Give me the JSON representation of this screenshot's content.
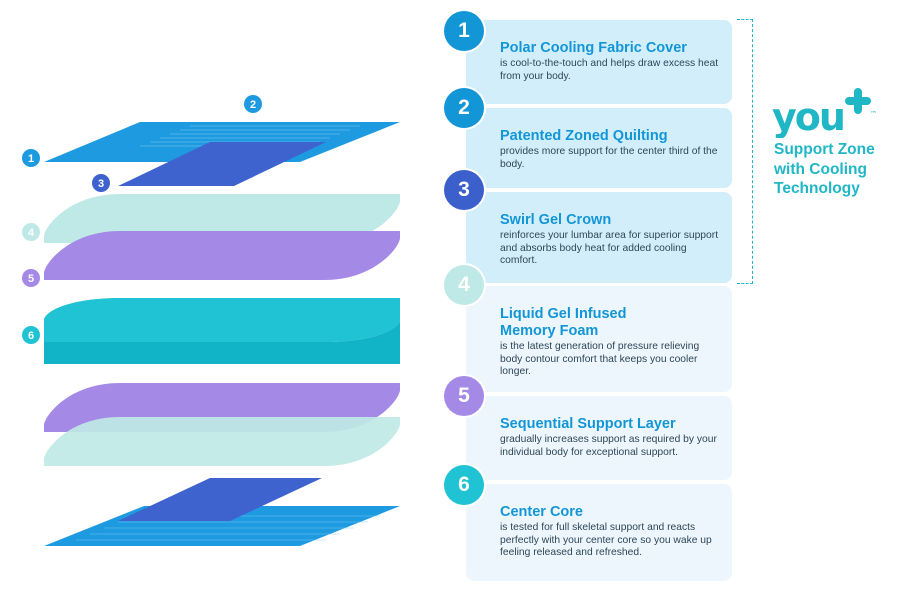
{
  "layers": [
    {
      "number": "1",
      "title": "Polar Cooling Fabric Cover",
      "description": "is cool-to-the-touch and helps draw excess heat from your body.",
      "color": "#1296d6",
      "card_color": "#d3eefb"
    },
    {
      "number": "2",
      "title": "Patented Zoned Quilting",
      "description": "provides more support for the center third of the body.",
      "color": "#1296d6",
      "card_color": "#d3eefb"
    },
    {
      "number": "3",
      "title": "Swirl Gel Crown",
      "description": "reinforces your lumbar area for superior support and absorbs body heat for added cooling comfort.",
      "color": "#3b5fcb",
      "card_color": "#d3eefb"
    },
    {
      "number": "4",
      "title": "Liquid Gel Infused Memory Foam",
      "description": "is the latest generation of pressure relieving body contour comfort that keeps you cooler longer.",
      "color": "#bfe9e6",
      "card_color": "#ecf6fc"
    },
    {
      "number": "5",
      "title": "Sequential Support Layer",
      "description": "gradually increases support as required by your individual body for exceptional support.",
      "color": "#a48ae6",
      "card_color": "#ecf6fc"
    },
    {
      "number": "6",
      "title": "Center Core",
      "description": "is tested for full skeletal support and reacts perfectly with your center core so you wake up feeling released and refreshed.",
      "color": "#1fc3d3",
      "card_color": "#ecf6fc"
    }
  ],
  "diagram_labels": [
    "1",
    "2",
    "3",
    "4",
    "5",
    "6"
  ],
  "brand": {
    "logo_text": "you",
    "logo_mark": "™",
    "tagline": "Support Zone with Cooling Technology",
    "color": "#1fb7c6"
  },
  "diagram_colors": {
    "fabric_cover": "#1e9ae0",
    "quilting_lines": "#7ccaf1",
    "gel_crown": "#3e63cf",
    "memory_foam": "#bfe9e6",
    "support_layer": "#a48ae6",
    "center_core": "#1fc3d3",
    "center_core_side": "#10b4c6"
  }
}
